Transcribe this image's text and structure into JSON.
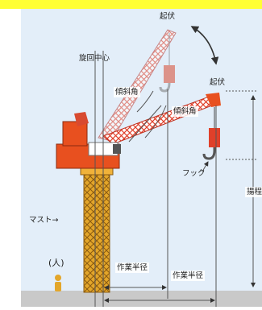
{
  "header_band_color": "#ffff33",
  "labels": {
    "luffing_top": "起伏",
    "slewing_center": "旋回中心",
    "jib_angle_raised": "傾斜角",
    "luffing_right": "起伏",
    "jib_angle_lowered": "傾斜角",
    "hook": "フック",
    "lift_height_partial": "揚程",
    "mast": "マスト→",
    "person": "(人)",
    "working_radius_inner": "作業半径",
    "working_radius_outer": "作業半径"
  },
  "colors": {
    "sky": "#e3eef9",
    "ground": "#c9c9c9",
    "crane_red": "#e8501f",
    "crane_orange": "#f08a2a",
    "mast_yellow": "#e0a21e",
    "hook_red": "#e0402a",
    "guide_line": "#555555"
  },
  "icons": [
    "rotate-arrow-icon",
    "hook-icon",
    "person-icon"
  ]
}
